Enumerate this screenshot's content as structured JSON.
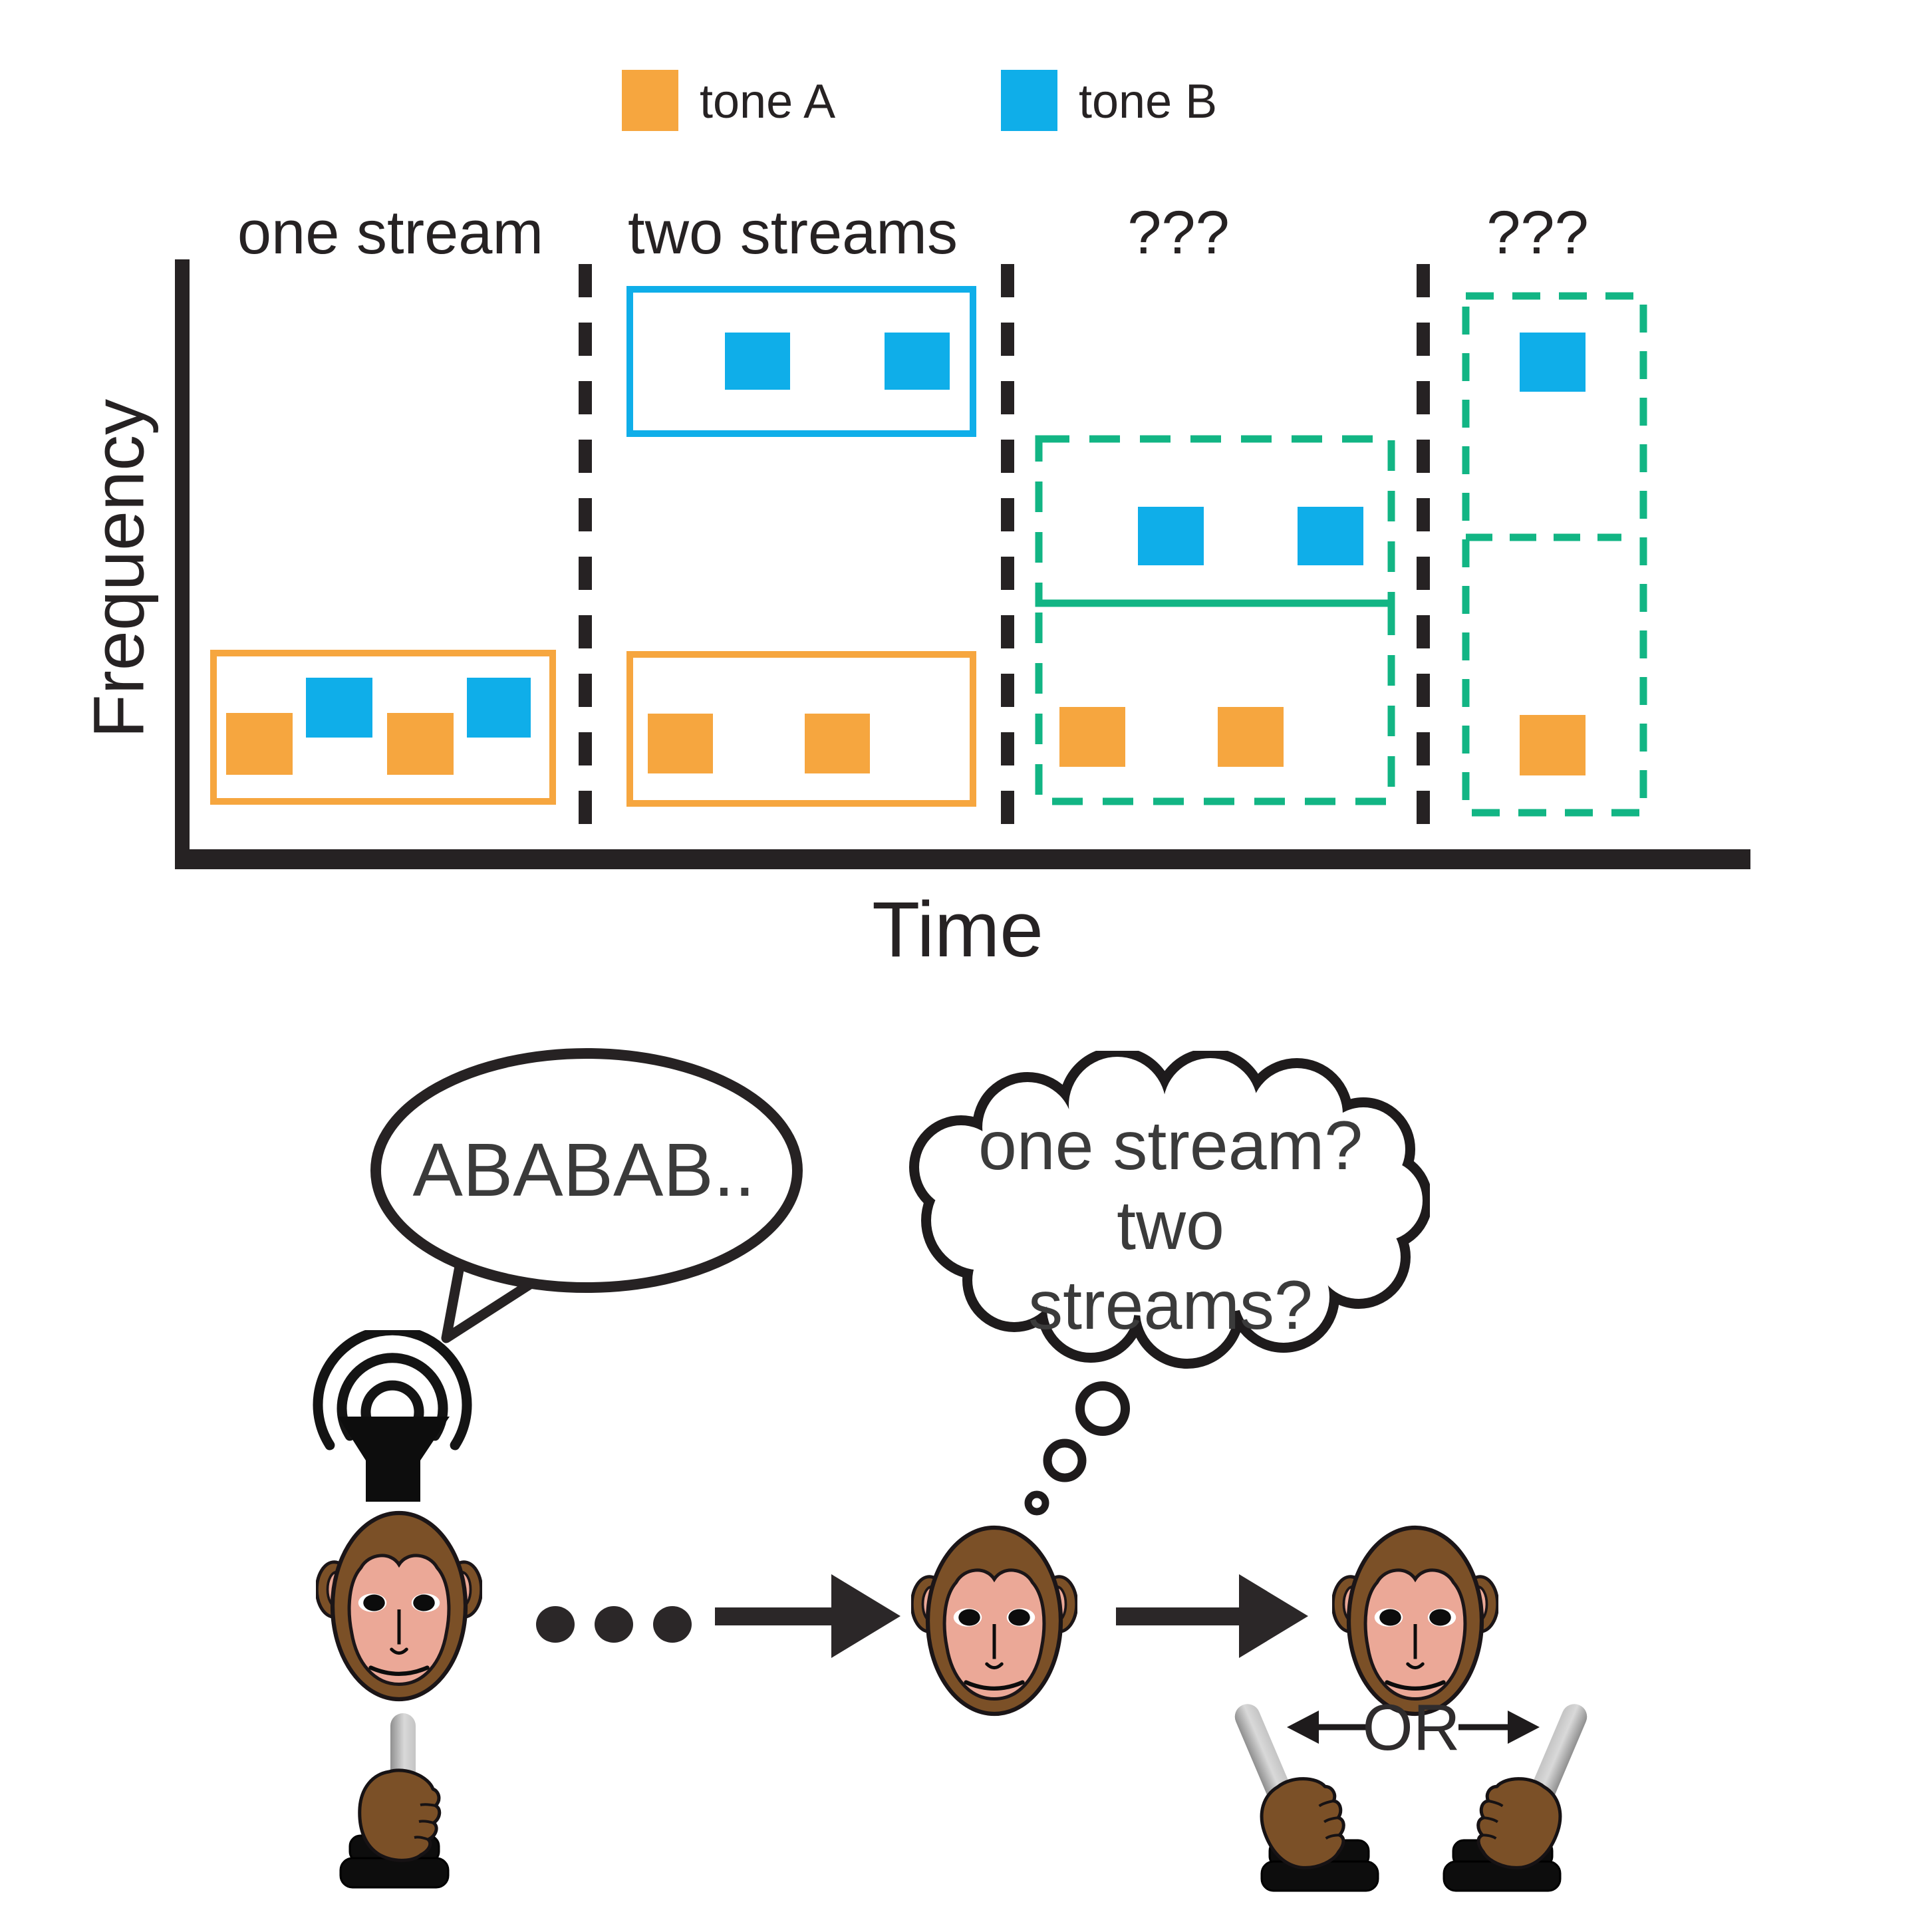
{
  "legend": {
    "tone_a_label": "tone A",
    "tone_b_label": "tone B"
  },
  "axes": {
    "y_label": "Frequency",
    "x_label": "Time"
  },
  "panel_titles": {
    "p1": "one stream",
    "p2": "two streams",
    "p3": "???",
    "p4": "???"
  },
  "bubbles": {
    "speech": "ABABAB..",
    "thought_line1": "one stream?",
    "thought_line2": "two",
    "thought_line3": "streams?"
  },
  "or_label": "OR",
  "colors": {
    "tone_a": "#F6A63F",
    "tone_b": "#0FAEE9",
    "hypothesis_dashed_green": "#12B584",
    "ink": "#262223",
    "monkey_fur": "#7B5027",
    "monkey_face": "#EBA897"
  },
  "tone_sequences": {
    "panel1": {
      "title": "one stream",
      "grouping": "single solid orange box around all tones",
      "tones": [
        {
          "order": 1,
          "tone": "A",
          "freq": "low"
        },
        {
          "order": 2,
          "tone": "B",
          "freq": "low+"
        },
        {
          "order": 3,
          "tone": "A",
          "freq": "low"
        },
        {
          "order": 4,
          "tone": "B",
          "freq": "low+"
        }
      ]
    },
    "panel2": {
      "title": "two streams",
      "grouping": "blue box around B tones (high), orange box around A tones (low)",
      "tones": [
        {
          "order": 1,
          "tone": "A",
          "freq": "low"
        },
        {
          "order": 2,
          "tone": "B",
          "freq": "high"
        },
        {
          "order": 3,
          "tone": "A",
          "freq": "low"
        },
        {
          "order": 4,
          "tone": "B",
          "freq": "high"
        }
      ]
    },
    "panel3": {
      "title": "???",
      "grouping": "green dashed box around B tones (mid), green dashed box around A tones (low)",
      "tones": [
        {
          "order": 1,
          "tone": "A",
          "freq": "low"
        },
        {
          "order": 2,
          "tone": "B",
          "freq": "mid"
        },
        {
          "order": 3,
          "tone": "A",
          "freq": "low"
        },
        {
          "order": 4,
          "tone": "B",
          "freq": "mid"
        }
      ]
    },
    "panel4": {
      "title": "???",
      "grouping": "tall green dashed box with divider around simultaneous pair",
      "tones": [
        {
          "order": 1,
          "tone": "B",
          "freq": "high"
        },
        {
          "order": 1,
          "tone": "A",
          "freq": "low"
        }
      ]
    }
  }
}
